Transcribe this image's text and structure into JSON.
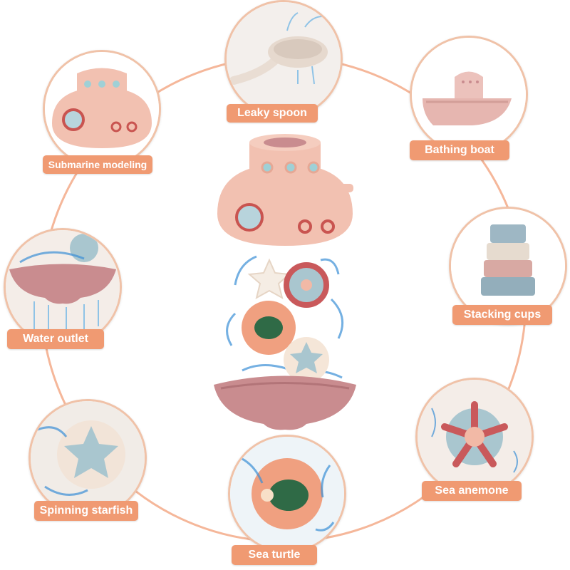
{
  "colors": {
    "ring": "#f5b79a",
    "label_bg": "#f09a72",
    "label_text": "#ffffff",
    "circle_border": "#f0c2a8",
    "toy_pink": "#f2c1b1",
    "toy_mauve": "#c98c8f",
    "toy_blue": "#9eb7c4",
    "water": "#3a8fd6"
  },
  "product_icon": "submarine-water-tower-toy",
  "features": [
    {
      "id": "leaky-spoon",
      "label": "Leaky spoon",
      "icon": "leaky-spoon-icon"
    },
    {
      "id": "bathing-boat",
      "label": "Bathing boat",
      "icon": "boat-icon"
    },
    {
      "id": "stacking-cups",
      "label": "Stacking cups",
      "icon": "stacking-cups-icon"
    },
    {
      "id": "sea-anemone",
      "label": "Sea anemone",
      "icon": "sea-anemone-wheel-icon"
    },
    {
      "id": "sea-turtle",
      "label": "Sea turtle",
      "icon": "sea-turtle-wheel-icon"
    },
    {
      "id": "spinning-starfish",
      "label": "Spinning starfish",
      "icon": "starfish-wheel-icon"
    },
    {
      "id": "water-outlet",
      "label": "Water outlet",
      "icon": "shell-water-outlet-icon"
    },
    {
      "id": "submarine-modeling",
      "label": "Submarine modeling",
      "icon": "submarine-icon"
    }
  ]
}
